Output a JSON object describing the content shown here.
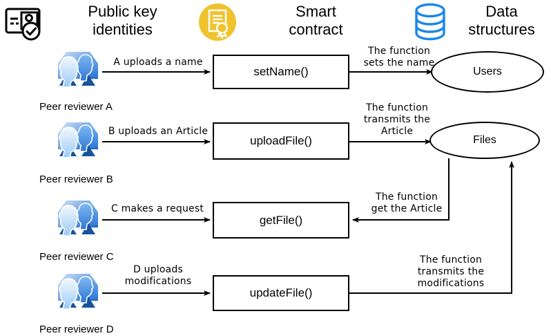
{
  "diagram": {
    "title_columns": [
      {
        "id": "public-key-identities",
        "label": "Public key\nidentities",
        "icon": "id-card-verified-icon"
      },
      {
        "id": "smart-contract",
        "label": "Smart\ncontract",
        "icon": "certificate-seal-icon"
      },
      {
        "id": "data-structures",
        "label": "Data\nstructures",
        "icon": "database-cylinder-icon"
      }
    ],
    "actors": [
      {
        "id": "peer-reviewer-a",
        "caption": "Peer reviewer A",
        "icon": "people-group-icon"
      },
      {
        "id": "peer-reviewer-b",
        "caption": "Peer reviewer B",
        "icon": "people-group-icon"
      },
      {
        "id": "peer-reviewer-c",
        "caption": "Peer reviewer C",
        "icon": "people-group-icon"
      },
      {
        "id": "peer-reviewer-d",
        "caption": "Peer reviewer D",
        "icon": "people-group-icon"
      }
    ],
    "functions": [
      {
        "id": "set-name",
        "label": "setName()"
      },
      {
        "id": "upload-file",
        "label": "uploadFile()"
      },
      {
        "id": "get-file",
        "label": "getFile()"
      },
      {
        "id": "update-file",
        "label": "updateFile()"
      }
    ],
    "data_structures": [
      {
        "id": "users",
        "label": "Users"
      },
      {
        "id": "files",
        "label": "Files"
      }
    ],
    "edge_labels": [
      {
        "id": "a-uploads-a-name",
        "text": "A uploads a name"
      },
      {
        "id": "b-uploads-an-article",
        "text": "B uploads an Article"
      },
      {
        "id": "c-makes-a-request",
        "text": "C makes a request"
      },
      {
        "id": "d-uploads-modifications",
        "text": "D uploads\nmodifications"
      },
      {
        "id": "function-sets-the-name",
        "text": "The function\nsets the name"
      },
      {
        "id": "function-transmits-the-article",
        "text": "The function\ntransmits the\nArticle"
      },
      {
        "id": "function-get-the-article",
        "text": "The function\nget the Article"
      },
      {
        "id": "function-transmits-the-modifications",
        "text": "The function\ntransmits the\nmodifications"
      }
    ],
    "colors": {
      "certificate_badge": "#EFC32E",
      "database_blue": "#1A87E8",
      "avatar_blue_dark": "#1B5FC1",
      "avatar_blue_light": "#BBDCFA",
      "stroke": "#000000",
      "background": "#FFFFFF"
    }
  }
}
